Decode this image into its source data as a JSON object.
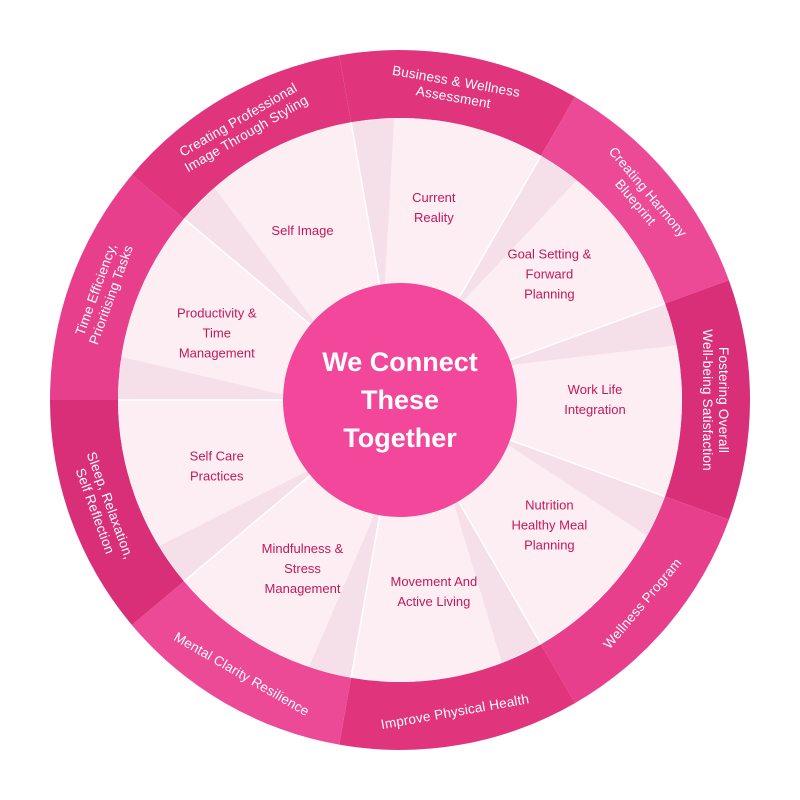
{
  "center": {
    "lines": [
      "We Connect",
      "These",
      "Together"
    ],
    "color": "#f2479a"
  },
  "colors": {
    "outer_ring": [
      "#e0357d",
      "#ec4a96",
      "#d92e78",
      "#e83f8c"
    ],
    "inner_segment": "#fdeef4",
    "inner_segment_shade": "#eed3df",
    "inner_text": "#c2185b",
    "outer_text": "#ffffff"
  },
  "segments": [
    {
      "outer": [
        "Business & Wellness",
        "Assessment"
      ],
      "inner": [
        "Current",
        "Reality"
      ]
    },
    {
      "outer": [
        "Creating Harmony",
        "Blueprint"
      ],
      "inner": [
        "Goal Setting &",
        "Forward",
        "Planning"
      ]
    },
    {
      "outer": [
        "Fostering Overall",
        "Well-being Satisfaction"
      ],
      "inner": [
        "Work Life",
        "Integration"
      ]
    },
    {
      "outer": [
        "Wellness Program"
      ],
      "inner": [
        "Nutrition",
        "Healthy Meal",
        "Planning"
      ]
    },
    {
      "outer": [
        "Improve Physical Health"
      ],
      "inner": [
        "Movement And",
        "Active Living"
      ]
    },
    {
      "outer": [
        "Mental Clarity Resilience"
      ],
      "inner": [
        "Mindfulness &",
        "Stress",
        "Management"
      ]
    },
    {
      "outer": [
        "Sleep, Relaxation,",
        "Self Reflection"
      ],
      "inner": [
        "Self Care",
        "Practices"
      ]
    },
    {
      "outer": [
        "Time Efficiency,",
        "Prioritising Tasks"
      ],
      "inner": [
        "Productivity &",
        "Time",
        "Management"
      ]
    },
    {
      "outer": [
        "Creating Professional",
        "Image Through Styling"
      ],
      "inner": [
        "Self Image"
      ]
    }
  ]
}
